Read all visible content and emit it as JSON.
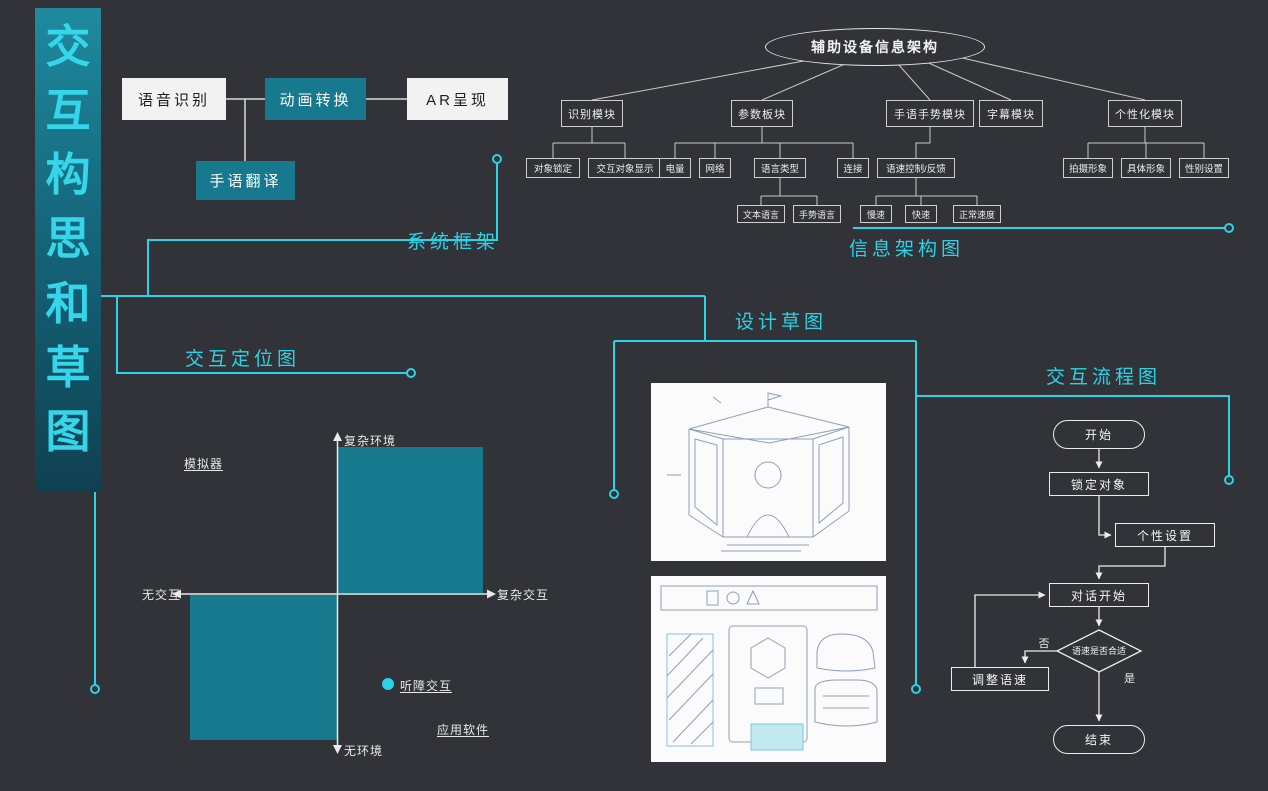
{
  "page": {
    "vertical_title": [
      "交",
      "互",
      "构",
      "思",
      "和",
      "草",
      "图"
    ]
  },
  "system_framework": {
    "section_label": "系统框架",
    "nodes": {
      "speech": "语音识别",
      "animation": "动画转换",
      "ar": "AR呈现",
      "sign": "手语翻译"
    }
  },
  "info_architecture": {
    "section_label": "信息架构图",
    "root": "辅助设备信息架构",
    "l1": [
      "识别模块",
      "参数板块",
      "手语手势模块",
      "字幕模块",
      "个性化模块"
    ],
    "recognition_children": [
      "对象锁定",
      "交互对象显示"
    ],
    "parameter_children": [
      "电量",
      "网络",
      "语言类型",
      "连接"
    ],
    "language_type_children": [
      "文本语言",
      "手势语言"
    ],
    "gesture_child": "语速控制/反馈",
    "speed_children": [
      "慢速",
      "快速",
      "正常速度"
    ],
    "personalization_children": [
      "拍摄形象",
      "具体形象",
      "性别设置"
    ]
  },
  "positioning_chart": {
    "section_label": "交互定位图",
    "axis_labels": {
      "top": "复杂环境",
      "bottom": "无环境",
      "left": "无交互",
      "right": "复杂交互"
    },
    "annotations": {
      "upper_left": "模拟器",
      "legend": "听障交互",
      "lower_right": "应用软件"
    }
  },
  "sketches": {
    "section_label": "设计草图"
  },
  "flowchart": {
    "section_label": "交互流程图",
    "nodes": {
      "start": "开始",
      "lock": "锁定对象",
      "personalize": "个性设置",
      "dialog": "对话开始",
      "decision": "语速是否合适",
      "adjust": "调整语速",
      "end": "结束"
    },
    "edge_labels": {
      "no": "否",
      "yes": "是"
    }
  },
  "colors": {
    "background": "#313338",
    "teal": "#17798d",
    "cyan": "#2bd3e7",
    "light_box": "#f2f2f3"
  }
}
